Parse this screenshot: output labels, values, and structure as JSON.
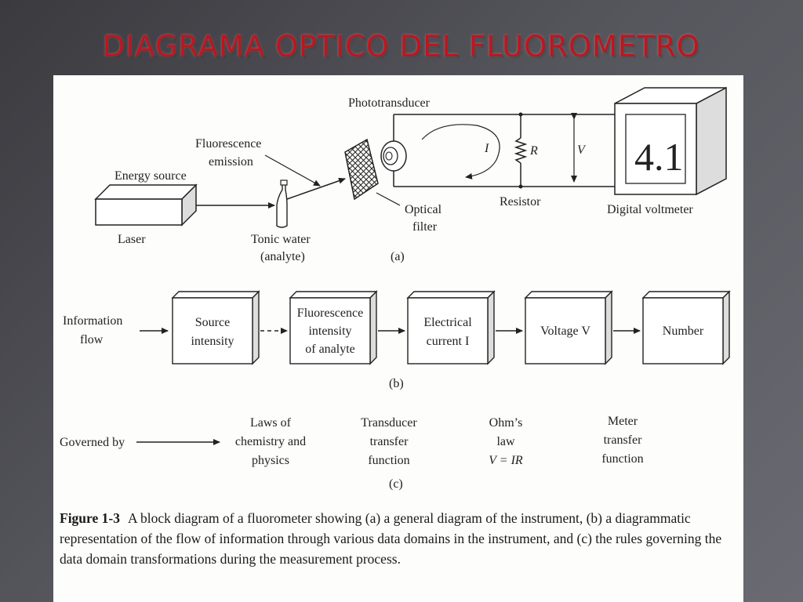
{
  "slide": {
    "title": "DIAGRAMA OPTICO DEL FLUOROMETRO"
  },
  "part_a": {
    "energy_source": "Energy source",
    "laser": "Laser",
    "fluorescence_line1": "Fluorescence",
    "fluorescence_line2": "emission",
    "tonic_line1": "Tonic water",
    "tonic_line2": "(analyte)",
    "phototransducer": "Phototransducer",
    "optical_line1": "Optical",
    "optical_line2": "filter",
    "current_symbol": "I",
    "resistor_symbol": "R",
    "voltage_symbol": "V",
    "resistor": "Resistor",
    "voltmeter": "Digital voltmeter",
    "display_value": "4.1",
    "panel_label": "(a)"
  },
  "part_b": {
    "info_line1": "Information",
    "info_line2": "flow",
    "boxes": [
      {
        "lines": [
          "Source",
          "intensity"
        ]
      },
      {
        "lines": [
          "Fluorescence",
          "intensity",
          "of analyte"
        ]
      },
      {
        "lines": [
          "Electrical",
          "current I"
        ]
      },
      {
        "lines": [
          "Voltage V"
        ]
      },
      {
        "lines": [
          "Number"
        ]
      }
    ],
    "panel_label": "(b)"
  },
  "part_c": {
    "governed_by": "Governed by",
    "rules": [
      {
        "lines": [
          "Laws of",
          "chemistry and",
          "physics"
        ]
      },
      {
        "lines": [
          "Transducer",
          "transfer",
          "function"
        ]
      },
      {
        "lines": [
          "Ohm’s",
          "law",
          "V = IR"
        ]
      },
      {
        "lines": [
          "Meter",
          "transfer",
          "function"
        ]
      }
    ],
    "panel_label": "(c)"
  },
  "caption": {
    "figure_number": "Figure 1-3",
    "text": "A block diagram of a fluorometer showing (a) a general diagram of the instrument, (b) a diagrammatic representation of the flow of information through various data domains in the instrument, and (c) the rules governing the data domain transformations during the measurement process."
  }
}
